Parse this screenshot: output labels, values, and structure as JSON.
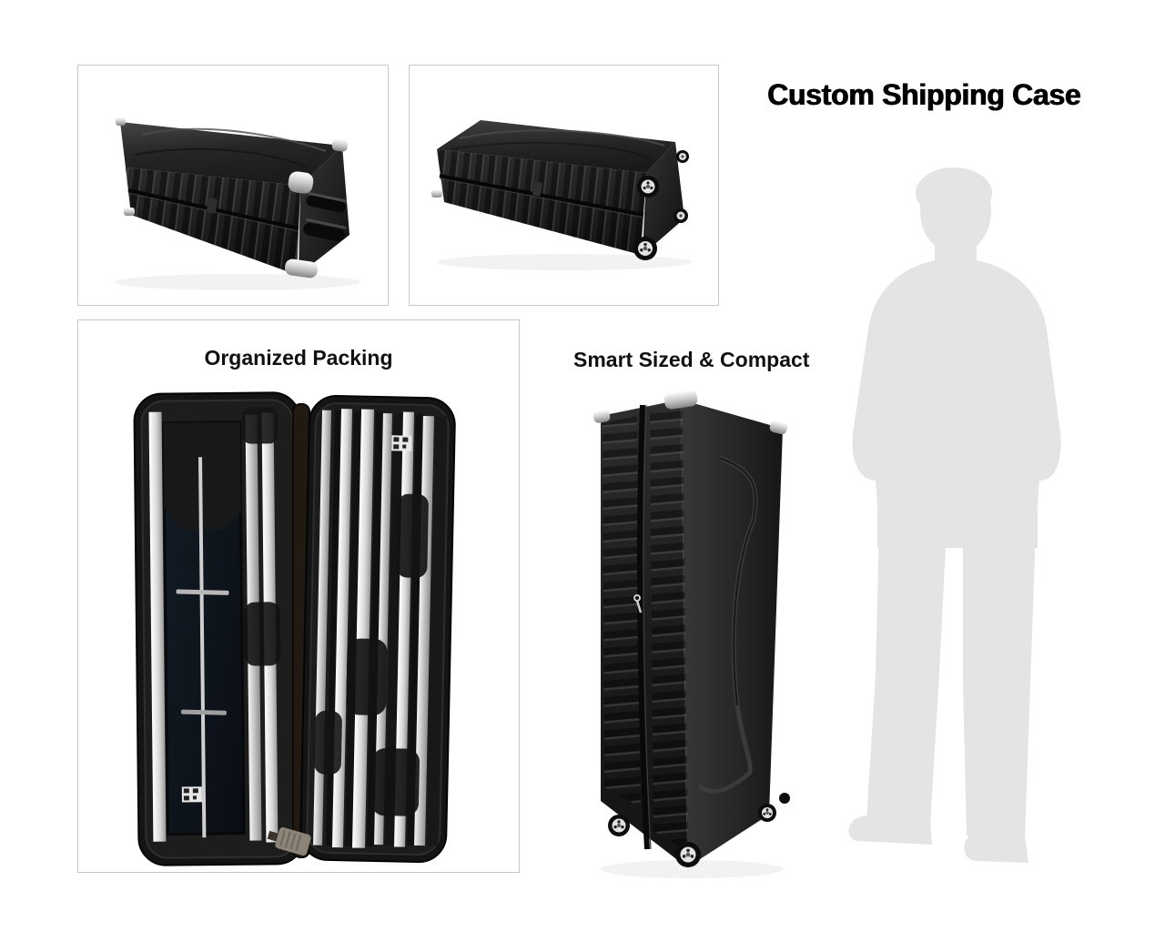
{
  "page": {
    "background": "#ffffff"
  },
  "header": {
    "title": "Custom Shipping Case"
  },
  "photos": {
    "top_left": {
      "name": "shipping-case-closed-angle-view"
    },
    "top_center": {
      "name": "shipping-case-closed-wheels-view"
    },
    "packing": {
      "label": "Organized Packing",
      "name": "shipping-case-open-interior"
    },
    "upright": {
      "label": "Smart Sized & Compact",
      "name": "shipping-case-upright"
    },
    "scale": {
      "name": "person-silhouette"
    }
  },
  "colors": {
    "frame_border": "#c9c9c9",
    "case_black": "#1e1e1e",
    "metal_silver": "#d7d7d7",
    "silhouette_gray": "#e4e4e4",
    "title_black": "#000000"
  }
}
